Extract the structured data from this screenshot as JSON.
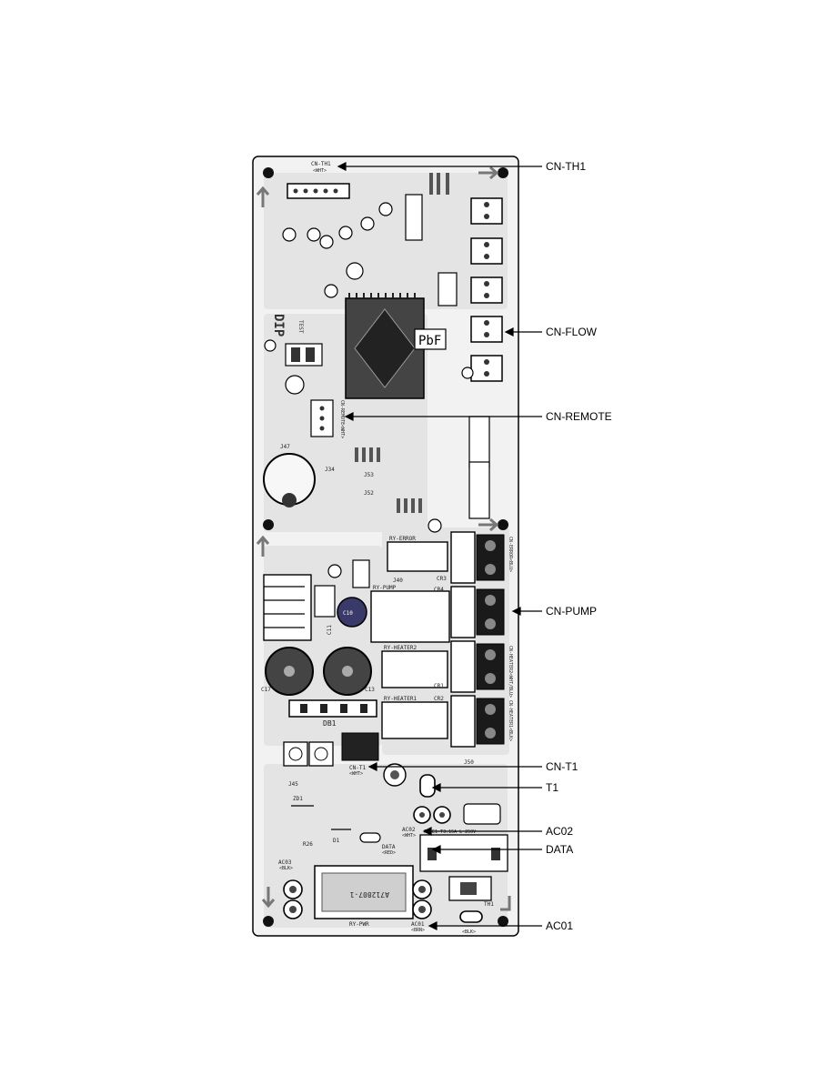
{
  "callouts": [
    {
      "id": "cn-th1",
      "label": "CN-TH1"
    },
    {
      "id": "cn-flow",
      "label": "CN-FLOW"
    },
    {
      "id": "cn-remote",
      "label": "CN-REMOTE"
    },
    {
      "id": "cn-pump",
      "label": "CN-PUMP"
    },
    {
      "id": "cn-t1",
      "label": "CN-T1"
    },
    {
      "id": "t1",
      "label": "T1"
    },
    {
      "id": "ac02",
      "label": "AC02"
    },
    {
      "id": "data",
      "label": "DATA"
    },
    {
      "id": "ac01",
      "label": "AC01"
    }
  ],
  "board": {
    "silkscreen": {
      "cn_th1": "CN-TH1",
      "cn_th1_color": "<WHT>",
      "diode_bridge": "DB1",
      "ry_error": "RY-ERROR",
      "ry_pump": "RY-PUMP",
      "ry_heater2": "RY-HEATER2",
      "ry_heater1": "RY-HEATER1",
      "ry_pwr": "RY-PWR",
      "cn_error": "CN-ERROR<BLU>",
      "cn_heater1": "CN-HEATER1<BLK>",
      "cn_heater2": "CN-HEATER2<WHT/BLU>",
      "cn_remote": "CN-REMOTE<WHT>",
      "cn_t1": "CN-T1",
      "cn_t1_color": "<WHT>",
      "ac01": "AC01",
      "ac01_color": "<BRN>",
      "ac02": "AC02",
      "ac02_color": "<WHT>",
      "ac03": "AC03",
      "ac03_color": "<BLK>",
      "data": "DATA",
      "data_color": "<RED>",
      "fuse": "FUSE1 T3.15A L 250V",
      "c17": "C17",
      "c13": "C13",
      "c11": "C11",
      "c10": "C10",
      "j47": "J47",
      "j34": "J34",
      "j53": "J53",
      "j52": "J52",
      "j40": "J40",
      "j50": "J50",
      "j45": "J45",
      "zd1": "ZD1",
      "d1": "D1",
      "r26": "R26",
      "pbf": "PbF",
      "dip": "DIP",
      "test": "TEST",
      "rel_code": "A712807-1",
      "th1": "TH1",
      "blk": "<BLK>",
      "cr1": "CR1",
      "cr2": "CR2",
      "cr3": "CR3",
      "cr4": "CR4"
    }
  }
}
